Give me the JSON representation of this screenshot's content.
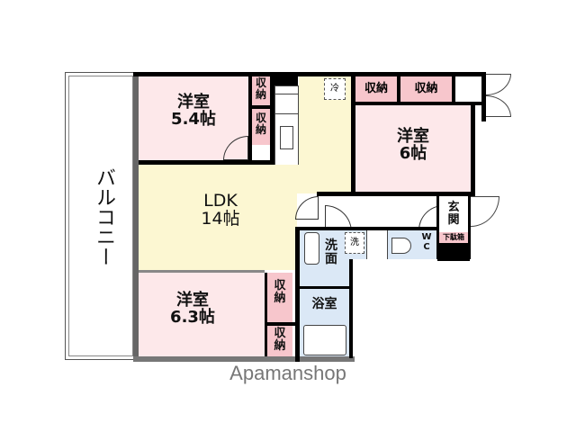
{
  "floorplan": {
    "balcony": {
      "label": "バルコニー"
    },
    "rooms": [
      {
        "id": "western-room-1",
        "type": "洋室",
        "size": "5.4帖"
      },
      {
        "id": "western-room-2",
        "type": "洋室",
        "size": "6帖"
      },
      {
        "id": "ldk",
        "type": "LDK",
        "size": "14帖"
      },
      {
        "id": "western-room-3",
        "type": "洋室",
        "size": "6.3帖"
      }
    ],
    "storage_label": "収納",
    "storage_vertical": "収\n納",
    "fridge_label": "冷",
    "washer_label": "洗",
    "washroom_label": "洗\n面",
    "bathroom_label": "浴室",
    "toilet_label": "W\nC",
    "entrance_label": "玄\n関",
    "shoe_box_label": "下駄箱"
  },
  "brand": {
    "watermark": "Apamanshop"
  },
  "colors": {
    "room": "#fde8ea",
    "storage": "#f7c6cc",
    "ldk": "#fcf7d2",
    "wet_area": "#dbe8f6",
    "wall": "#000000",
    "watermark": "#777777"
  }
}
